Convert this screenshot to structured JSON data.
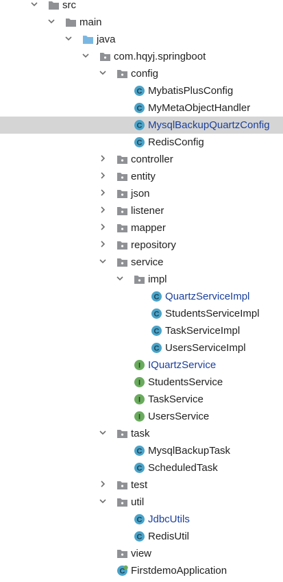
{
  "tree": {
    "rows": [
      {
        "label": "src",
        "depth": 0,
        "expanded": true,
        "icon": "folder-icon",
        "color": "",
        "selected": false
      },
      {
        "label": "main",
        "depth": 1,
        "expanded": true,
        "icon": "folder-icon",
        "color": "",
        "selected": false
      },
      {
        "label": "java",
        "depth": 2,
        "expanded": true,
        "icon": "source-folder-icon",
        "color": "",
        "selected": false
      },
      {
        "label": "com.hqyj.springboot",
        "depth": 3,
        "expanded": true,
        "icon": "package-icon",
        "color": "",
        "selected": false
      },
      {
        "label": "config",
        "depth": 4,
        "expanded": true,
        "icon": "package-icon",
        "color": "",
        "selected": false
      },
      {
        "label": "MybatisPlusConfig",
        "depth": 5,
        "icon": "class-icon",
        "color": "",
        "selected": false
      },
      {
        "label": "MyMetaObjectHandler",
        "depth": 5,
        "icon": "class-icon",
        "color": "",
        "selected": false
      },
      {
        "label": "MysqlBackupQuartzConfig",
        "depth": 5,
        "icon": "class-icon",
        "color": "blue",
        "selected": true
      },
      {
        "label": "RedisConfig",
        "depth": 5,
        "icon": "class-icon",
        "color": "",
        "selected": false
      },
      {
        "label": "controller",
        "depth": 4,
        "expanded": false,
        "icon": "package-icon",
        "color": "",
        "selected": false
      },
      {
        "label": "entity",
        "depth": 4,
        "expanded": false,
        "icon": "package-icon",
        "color": "",
        "selected": false
      },
      {
        "label": "json",
        "depth": 4,
        "expanded": false,
        "icon": "package-icon",
        "color": "",
        "selected": false
      },
      {
        "label": "listener",
        "depth": 4,
        "expanded": false,
        "icon": "package-icon",
        "color": "",
        "selected": false
      },
      {
        "label": "mapper",
        "depth": 4,
        "expanded": false,
        "icon": "package-icon",
        "color": "",
        "selected": false
      },
      {
        "label": "repository",
        "depth": 4,
        "expanded": false,
        "icon": "package-icon",
        "color": "",
        "selected": false
      },
      {
        "label": "service",
        "depth": 4,
        "expanded": true,
        "icon": "package-icon",
        "color": "",
        "selected": false
      },
      {
        "label": "impl",
        "depth": 5,
        "expanded": true,
        "icon": "package-icon",
        "color": "",
        "selected": false
      },
      {
        "label": "QuartzServiceImpl",
        "depth": 6,
        "icon": "class-icon",
        "color": "blue",
        "selected": false
      },
      {
        "label": "StudentsServiceImpl",
        "depth": 6,
        "icon": "class-icon",
        "color": "",
        "selected": false
      },
      {
        "label": "TaskServiceImpl",
        "depth": 6,
        "icon": "class-icon",
        "color": "",
        "selected": false
      },
      {
        "label": "UsersServiceImpl",
        "depth": 6,
        "icon": "class-icon",
        "color": "",
        "selected": false
      },
      {
        "label": "IQuartzService",
        "depth": 5,
        "icon": "interface-icon",
        "color": "blue",
        "selected": false
      },
      {
        "label": "StudentsService",
        "depth": 5,
        "icon": "interface-icon",
        "color": "",
        "selected": false
      },
      {
        "label": "TaskService",
        "depth": 5,
        "icon": "interface-icon",
        "color": "",
        "selected": false
      },
      {
        "label": "UsersService",
        "depth": 5,
        "icon": "interface-icon",
        "color": "",
        "selected": false
      },
      {
        "label": "task",
        "depth": 4,
        "expanded": true,
        "icon": "package-icon",
        "color": "",
        "selected": false
      },
      {
        "label": "MysqlBackupTask",
        "depth": 5,
        "icon": "class-icon",
        "color": "",
        "selected": false
      },
      {
        "label": "ScheduledTask",
        "depth": 5,
        "icon": "class-icon",
        "color": "",
        "selected": false
      },
      {
        "label": "test",
        "depth": 4,
        "expanded": false,
        "icon": "package-icon",
        "color": "",
        "selected": false
      },
      {
        "label": "util",
        "depth": 4,
        "expanded": true,
        "icon": "package-icon",
        "color": "",
        "selected": false
      },
      {
        "label": "JdbcUtils",
        "depth": 5,
        "icon": "class-icon",
        "color": "blue",
        "selected": false
      },
      {
        "label": "RedisUtil",
        "depth": 5,
        "icon": "class-icon",
        "color": "",
        "selected": false
      },
      {
        "label": "view",
        "depth": 4,
        "icon": "package-icon",
        "color": "",
        "selected": false
      },
      {
        "label": "FirstdemoApplication",
        "depth": 4,
        "icon": "spring-boot-app-icon",
        "color": "",
        "selected": false
      }
    ]
  },
  "colors": {
    "modified_blue": "#1a3f9c",
    "selection": "#d5d5d5",
    "class_icon": "#4aa3c8",
    "interface_icon": "#6aab5e",
    "folder_gray": "#8f9195",
    "source_folder_blue": "#7ab8e3"
  }
}
